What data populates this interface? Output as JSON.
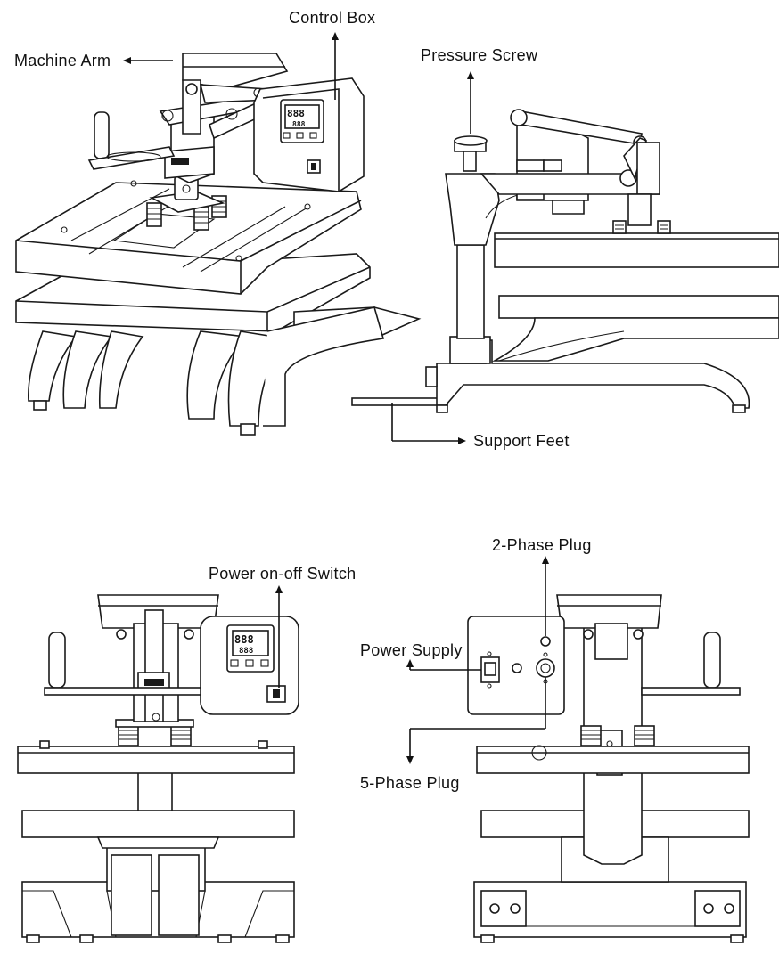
{
  "labels": {
    "control_box": "Control Box",
    "machine_arm": "Machine Arm",
    "pressure_screw": "Pressure Screw",
    "support_feet": "Support Feet",
    "power_switch": "Power on-off Switch",
    "two_phase_plug": "2-Phase Plug",
    "power_supply": "Power Supply",
    "five_phase_plug": "5-Phase Plug"
  },
  "display": {
    "digits_top": "888",
    "digits_bottom": "888"
  }
}
